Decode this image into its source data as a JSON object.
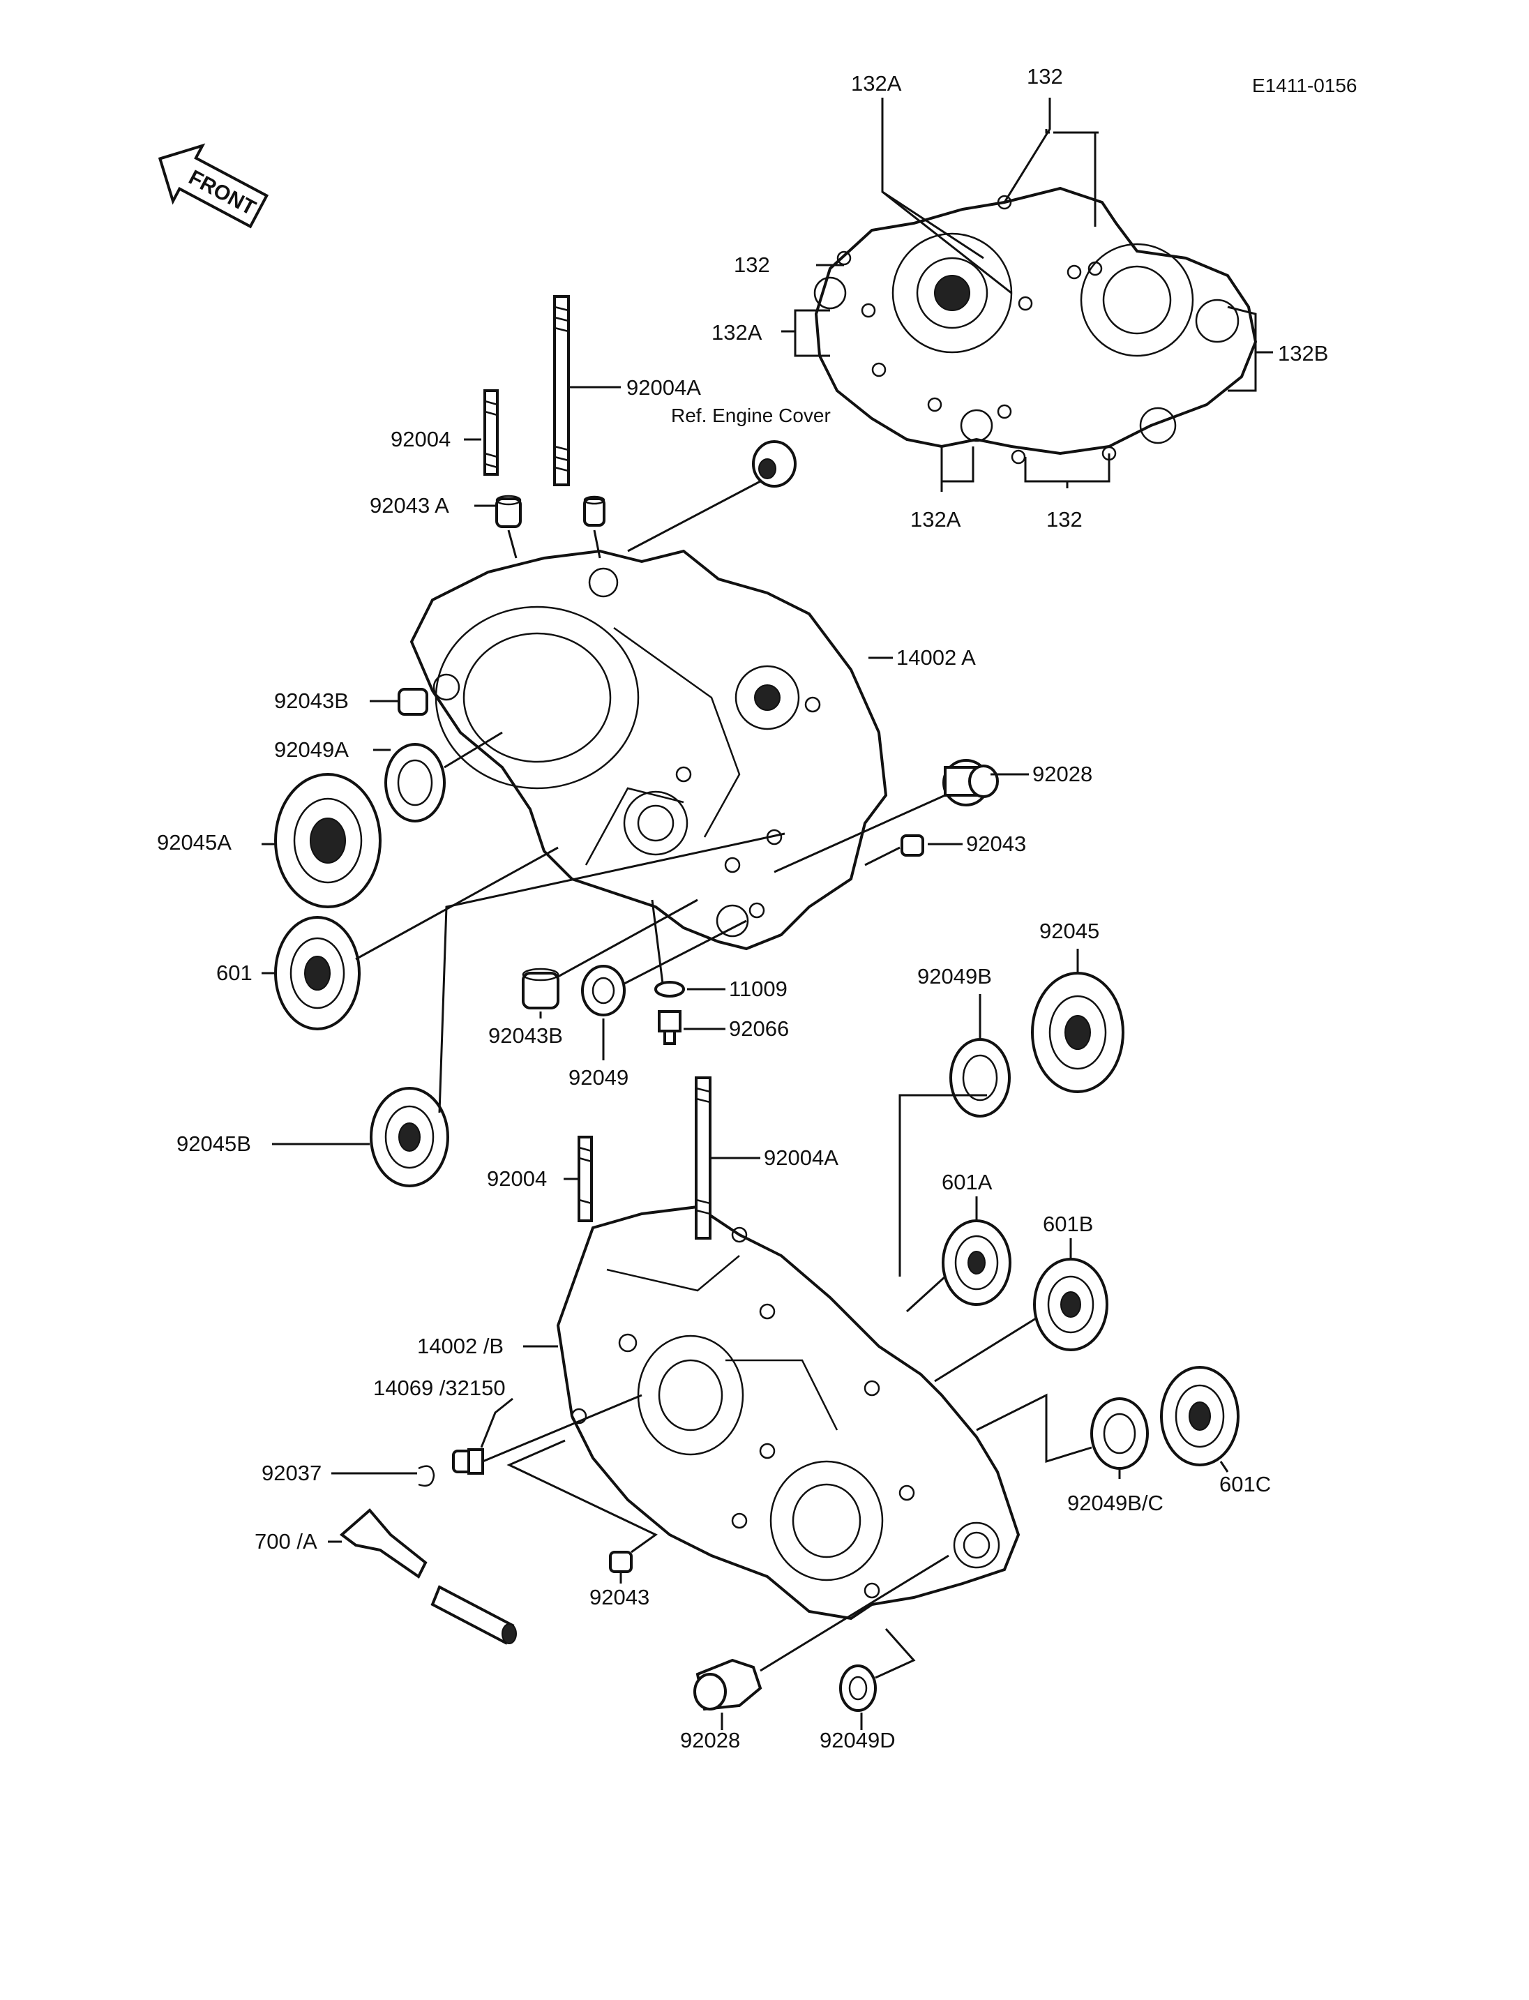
{
  "diagram_code": "E1411-0156",
  "front_arrow_text": "FRONT",
  "ref_note": "Ref. Engine Cover",
  "colors": {
    "ink": "#111111",
    "paper": "#ffffff"
  },
  "labels": {
    "l132A_top": "132A",
    "l132_top": "132",
    "l132_left": "132",
    "l132A_left": "132A",
    "l132B": "132B",
    "l132A_bottom": "132A",
    "l132_bottom": "132",
    "l92004A_top": "92004A",
    "l92004_top": "92004",
    "l92043A": "92043 A",
    "l14002A": "14002 A",
    "l92043B_left": "92043B",
    "l92049A": "92049A",
    "l92045A": "92045A",
    "l92028_right": "92028",
    "l92043_right": "92043",
    "l601": "601",
    "l92045": "92045",
    "l11009": "11009",
    "l92066": "92066",
    "l92049B": "92049B",
    "l92043B_bottom": "92043B",
    "l92049": "92049",
    "l92045B": "92045B",
    "l92004A_mid": "92004A",
    "l92004_mid": "92004",
    "l601A": "601A",
    "l601B": "601B",
    "l14002B": "14002 /B",
    "l14069": "14069 /32150",
    "l92037": "92037",
    "l700A": "700 /A",
    "l92043_bottom": "92043",
    "l92049BC": "92049B/C",
    "l601C": "601C",
    "l92028_bottom": "92028",
    "l92049D": "92049D"
  }
}
